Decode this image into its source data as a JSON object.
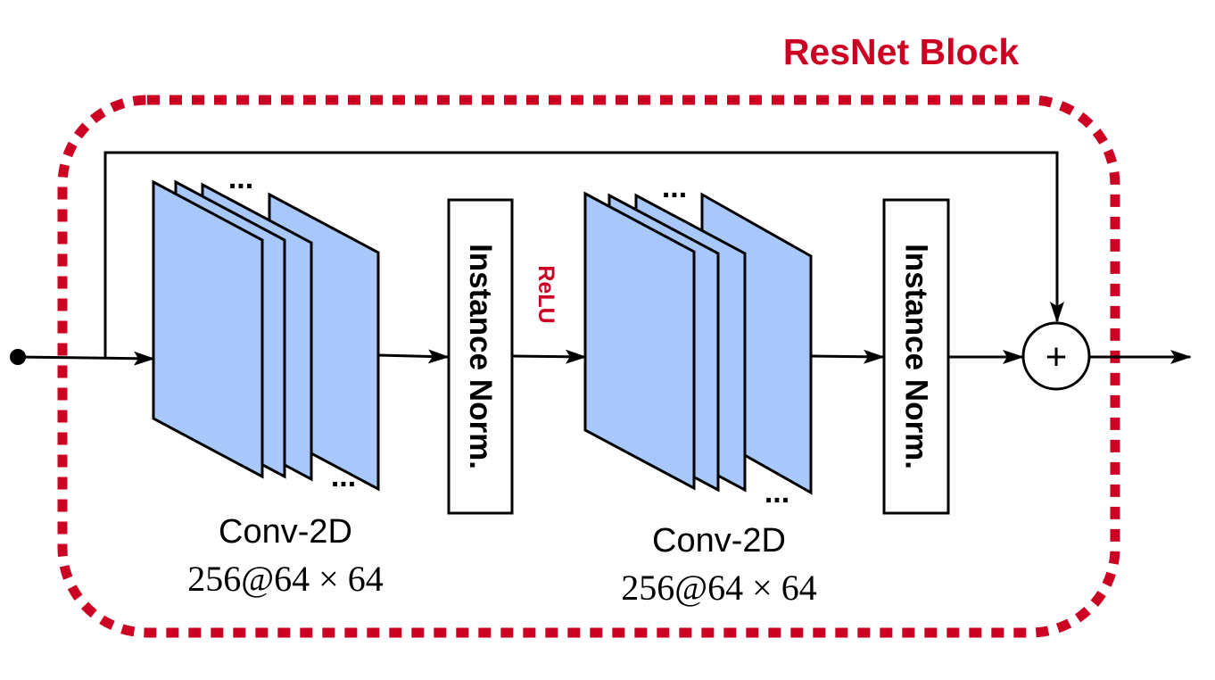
{
  "title": "ResNet Block",
  "colors": {
    "accent": "#cc0022",
    "layer_fill": "#a8c8fb",
    "stroke": "#000000"
  },
  "blocks": [
    {
      "name": "Conv-2D",
      "dims": "256@64 × 64",
      "ellipsis": "..."
    },
    {
      "name": "Instance Norm."
    },
    {
      "name": "Conv-2D",
      "dims": "256@64 × 64",
      "ellipsis": "..."
    },
    {
      "name": "Instance Norm."
    }
  ],
  "activation": "ReLU",
  "sum_symbol": "+"
}
